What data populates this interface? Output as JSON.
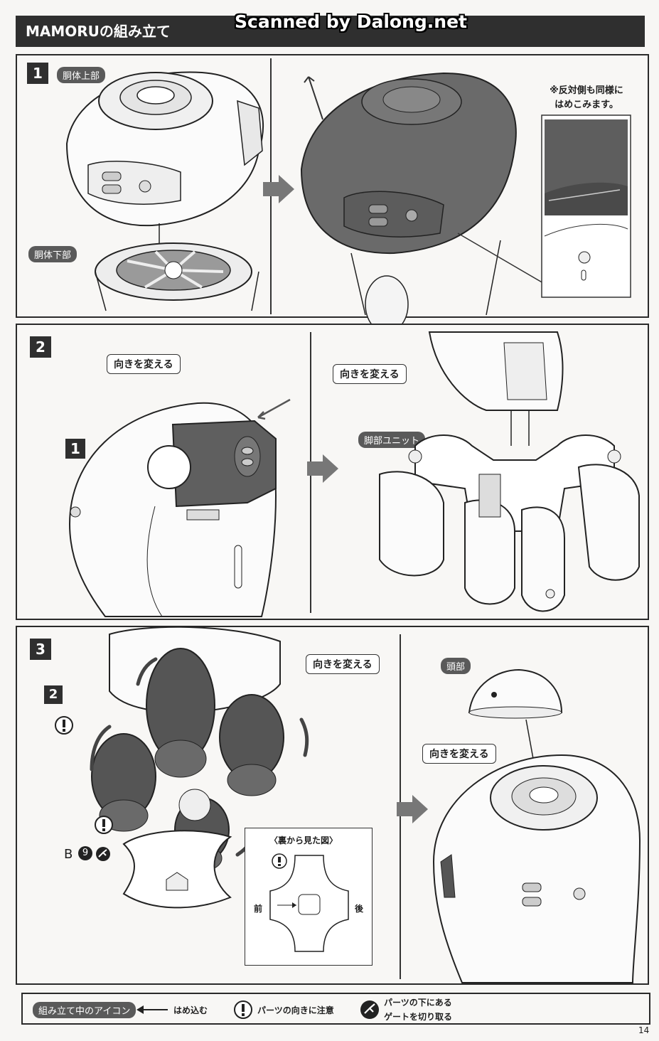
{
  "header": {
    "title": "MAMORUの組み立て",
    "scan_credit": "Scanned by Dalong.net"
  },
  "step1": {
    "number": "1",
    "badge_upper": "胴体上部",
    "badge_lower": "胴体下部",
    "note_line1": "※反対側も同様に",
    "note_line2": "はめこみます。"
  },
  "step2": {
    "number": "2",
    "callout_left": "向きを変える",
    "ref_step": "1",
    "callout_right": "向きを変える",
    "badge_leg": "脚部ユニット"
  },
  "step3": {
    "number": "3",
    "ref_step": "2",
    "callout_top": "向きを変える",
    "badge_head": "頭部",
    "callout_head": "向きを変える",
    "back_view_title": "〈裏から見た図〉",
    "front_label": "前",
    "rear_label": "後",
    "part_letter": "B",
    "part_number": "9"
  },
  "legend": {
    "title": "組み立て中のアイコン",
    "press_in": "はめ込む",
    "orientation": "パーツの向きに注意",
    "gate_line1": "パーツの下にある",
    "gate_line2": "ゲートを切り取る"
  },
  "page_number": "14"
}
